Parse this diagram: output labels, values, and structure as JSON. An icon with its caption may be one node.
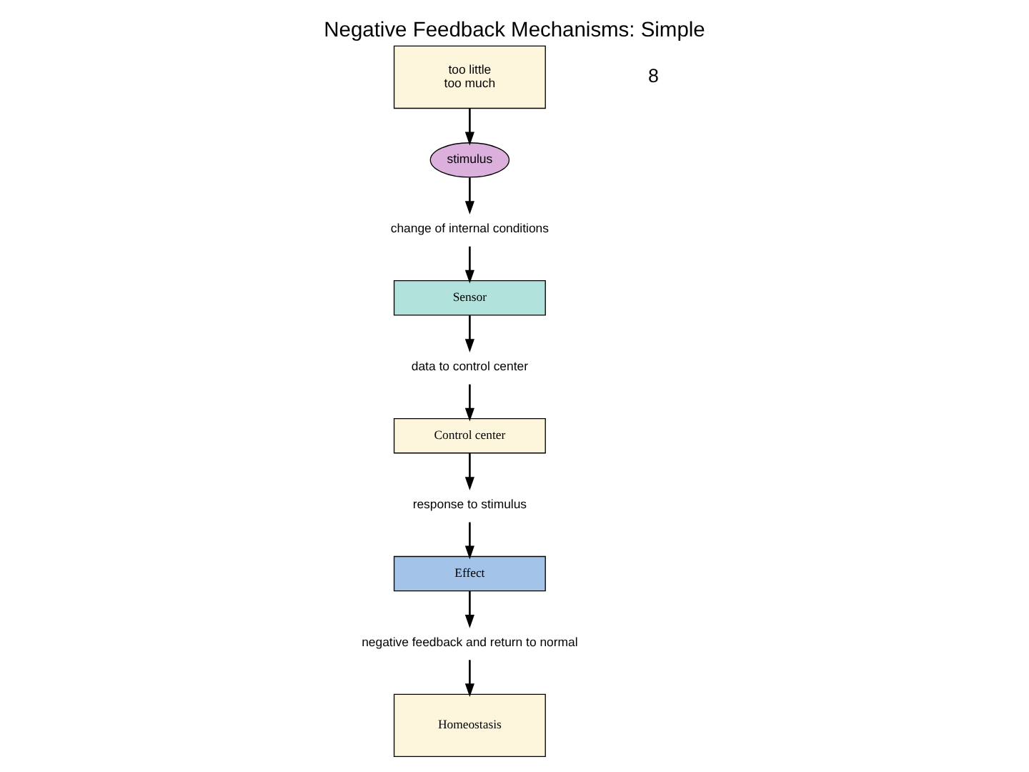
{
  "diagram": {
    "title": "Negative Feedback Mechanisms: Simple",
    "nodes": [
      {
        "text": [
          "Control center"
        ]
      },
      {
        "text": [
          "response to stimulus"
        ]
      },
      {
        "text": [
          "Effect"
        ]
      },
      {
        "text": [
          "negative feedback and return to normal"
        ]
      },
      {
        "text": [
          "Homeostasis"
        ]
      },
      {
        "text": [
          "too little",
          "too much"
        ]
      },
      {
        "text": [
          "stimulus"
        ]
      },
      {
        "text": [
          "change of internal conditions"
        ]
      },
      {
        "text": [
          "Sensor"
        ]
      },
      {
        "text": [
          "data to control center"
        ]
      }
    ],
    "edges": [
      {
        "from": 0,
        "to": 1,
        "arrow": "to"
      },
      {
        "from": 1,
        "to": 2,
        "arrow": "to"
      },
      {
        "from": 2,
        "to": 3,
        "arrow": "to"
      },
      {
        "from": 3,
        "to": 4,
        "arrow": "to"
      },
      {
        "from": 5,
        "to": 6,
        "arrow": "to"
      },
      {
        "from": 6,
        "to": 7,
        "arrow": "to"
      },
      {
        "from": 7,
        "to": 8,
        "arrow": "to"
      },
      {
        "from": 8,
        "to": 9,
        "arrow": "to"
      },
      {
        "from": 9,
        "to": 0,
        "arrow": "to"
      }
    ],
    "labels": [
      "8"
    ]
  }
}
